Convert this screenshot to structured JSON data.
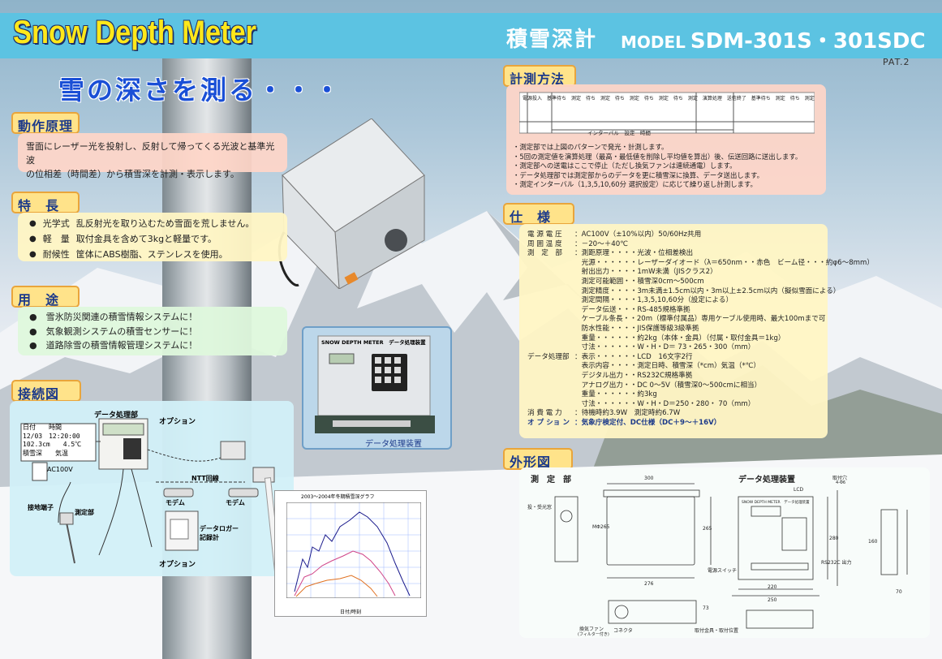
{
  "header": {
    "title_en": "Snow Depth Meter",
    "title_jp": "積雪深計",
    "model_label": "MODEL",
    "model_number": "SDM-301S・301SDC",
    "page_marker": "PAT.2"
  },
  "headline": "雪の深さを測る・・・",
  "principle": {
    "title": "動作原理",
    "text_1": "雪面にレーザー光を投射し、反射して帰ってくる光波と基準光波",
    "text_2": "の位相差（時間差）から積雪深を計測・表示します。"
  },
  "features": {
    "title": "特　長",
    "items": [
      {
        "bullet": "●",
        "label": "光学式",
        "text": "乱反射光を取り込むため雪面を荒しません。"
      },
      {
        "bullet": "●",
        "label": "軽　量",
        "text": "取付金具を含めて3kgと軽量です。"
      },
      {
        "bullet": "●",
        "label": "耐候性",
        "text": "筐体にABS樹脂、ステンレスを使用。"
      }
    ]
  },
  "uses": {
    "title": "用　途",
    "items": [
      "●　雪氷防災関連の積雪情報システムに！",
      "●　気象観測システムの積雪センサーに！",
      "●　道路除雪の積雪情報管理システムに！"
    ]
  },
  "connection": {
    "title": "接続図",
    "data_unit_label": "データ処理部",
    "option_top": "オプション",
    "display_row1": "日付　　時間",
    "display_row2": "12/03　12:20:00",
    "display_row3": "102.3cm　　4.5℃",
    "display_row4": "積雪深　　気温",
    "ac_label": "AC100V",
    "ground_label": "接地端子",
    "meter_label": "測定部",
    "ntt_label": "NTT回線",
    "modem_1": "モデム",
    "modem_2": "モデム",
    "logger_1": "データロガー",
    "logger_2": "記録計",
    "option_bottom": "オプション",
    "graph_title": "2003～2004年冬期積雪深グラフ",
    "graph_axis": "日付/時刻"
  },
  "photo": {
    "panel_text": "SNOW DEPTH METER　データ処理装置",
    "caption": "データ処理装置"
  },
  "measurement": {
    "title": "計測方法",
    "timing": [
      "電源投入",
      "基準待ち",
      "測定",
      "待ち",
      "測定",
      "待ち",
      "測定",
      "待ち",
      "測定",
      "待ち",
      "測定",
      "演算処理",
      "送信終了",
      "基準待ち",
      "測定",
      "待ち",
      "測定"
    ],
    "interval_label": "インターバル　設定　時間",
    "notes": [
      "・測定部では上図のパターンで発光・計測します。",
      "・5回の測定値を演算処理（最高・最低値を削除し平均値を算出）後、伝送回路に送出します。",
      "・測定部への送電はここで停止（ただし換気ファンは連続通電）します。",
      "・データ処理部では測定部からのデータを更に積雪深に換算、データ送出します。",
      "・測定インターバル（1,3,5,10,60分 選択設定）に応じて繰り返し計測します。"
    ]
  },
  "specs": {
    "title": "仕　様",
    "rows": [
      {
        "k": "電 源 電 圧",
        "v": "：AC100V（±10%以内）50/60Hz共用"
      },
      {
        "k": "周 囲 温 度",
        "v": "：－20～＋40℃"
      },
      {
        "k": "測　定　部",
        "v": "：測距原理・・・・光波・位相差検出"
      },
      {
        "k": "",
        "v": "　光源・・・・・・レーザーダイオード（λ＝650nm・・赤色　ビーム径・・・約φ6～8mm）"
      },
      {
        "k": "",
        "v": "　射出出力・・・・1mW未満（JISクラス2）"
      },
      {
        "k": "",
        "v": "　測定可能範囲・・積雪深0cm～500cm"
      },
      {
        "k": "",
        "v": "　測定精度・・・・3m未満±1.5cm以内・3m以上±2.5cm以内（擬似雪面による）"
      },
      {
        "k": "",
        "v": "　測定間隔・・・・1,3,5,10,60分（設定による）"
      },
      {
        "k": "",
        "v": "　データ伝送・・・RS-485規格準拠"
      },
      {
        "k": "",
        "v": "　ケーブル条長・・20m（標準付属品）専用ケーブル使用時、最大100mまで可"
      },
      {
        "k": "",
        "v": "　防水性能・・・・JIS保護等級3級準拠"
      },
      {
        "k": "",
        "v": "　重量・・・・・・約2kg（本体・金具）（付属・取付金具＝1kg）"
      },
      {
        "k": "",
        "v": "　寸法・・・・・・W・H・D＝ 73・265・300（mm）"
      },
      {
        "k": "データ処理部",
        "v": "：表示・・・・・・LCD　16文字2行"
      },
      {
        "k": "",
        "v": "　表示内容・・・・測定日時、積雪深（*cm）気温（*℃）"
      },
      {
        "k": "",
        "v": "　デジタル出力・・RS232C規格準拠"
      },
      {
        "k": "",
        "v": "　アナログ出力・・DC 0～5V（積雪深0～500cmに相当）"
      },
      {
        "k": "",
        "v": "　重量・・・・・・約3kg"
      },
      {
        "k": "",
        "v": "　寸法・・・・・・W・H・D＝250・280・ 70（mm）"
      },
      {
        "k": "消 費 電 力",
        "v": "：待機時約3.9W　測定時約6.7W"
      },
      {
        "k": "オ プ ショ ン",
        "v": "：気象庁検定付、DC仕様（DC＋9～＋16V）"
      }
    ]
  },
  "outline": {
    "title": "外形図",
    "meter_title": "測　定　部",
    "dp_title": "データ処理装置",
    "dim_300": "300",
    "dim_265": "265",
    "dim_276": "276",
    "dim_73": "73",
    "dim_220": "220",
    "dim_250": "250",
    "dim_280": "280",
    "dim_160": "160",
    "dim_70": "70",
    "dim_phi": "MΦ265",
    "lbl_light": "投・受光窓",
    "lbl_fan": "換気ファン",
    "lbl_fan_sub": "(フィルター付き)",
    "lbl_connector": "コネクタ",
    "lbl_mount": "取付金具・取付位置",
    "lbl_lcd": "LCD",
    "lbl_hole": "取付穴",
    "lbl_hole_sub": "4-Φ6",
    "lbl_power": "電源スイッチ",
    "lbl_rs232": "RS232C 出力",
    "lbl_panel": "SNOW DEPTH METER　データ処理装置"
  },
  "colors": {
    "header": "#5cc3e2",
    "title_en": "#ffe81a",
    "headline": "#1a4fd6",
    "tab_bg": "#ffe38a",
    "tab_border": "#e9a53b"
  }
}
